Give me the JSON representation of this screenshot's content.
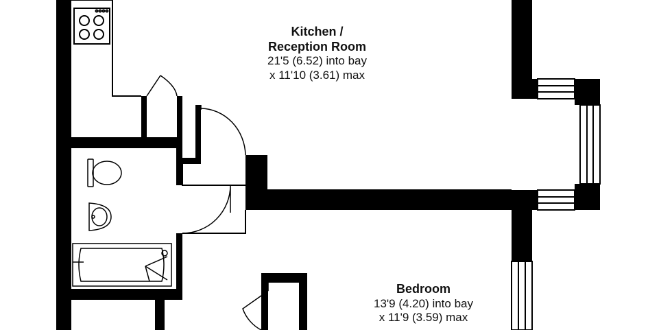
{
  "rooms": {
    "kitchen": {
      "name_line1": "Kitchen /",
      "name_line2": "Reception Room",
      "dim_line1": "21'5 (6.52) into bay",
      "dim_line2": "x 11'10 (3.61) max"
    },
    "bedroom": {
      "name": "Bedroom",
      "dim_line1": "13'9 (4.20) into bay",
      "dim_line2": "x 11'9 (3.59) max"
    }
  },
  "colors": {
    "wall": "#000000",
    "line": "#000000",
    "background": "#ffffff"
  }
}
